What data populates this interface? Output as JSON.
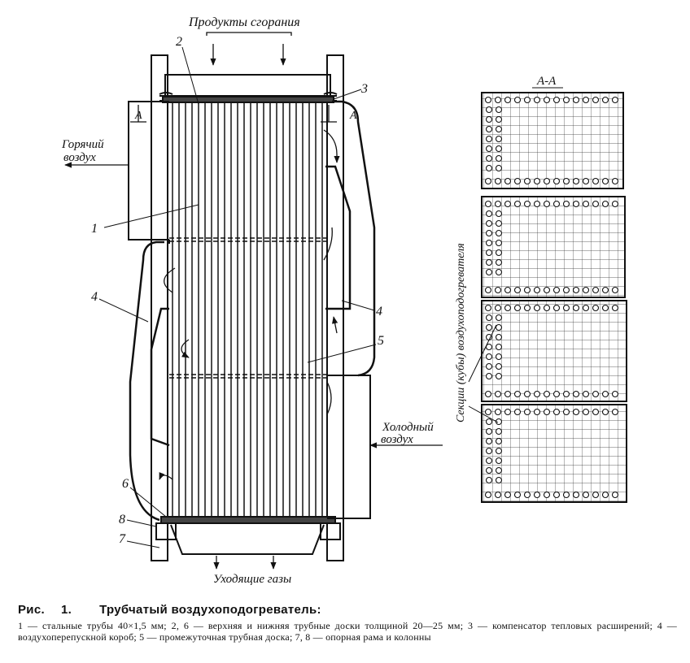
{
  "labels": {
    "top_flow": "Продукты сгорания",
    "hot_air": [
      "Горячий",
      "воздух"
    ],
    "cold_air": [
      "Холодный",
      "воздух"
    ],
    "exhaust": "Уходящие газы",
    "section_mark": "A",
    "section_title": "А-А",
    "sections_label": "Секции (кубы) воздухоподогревателя"
  },
  "callouts": [
    "1",
    "2",
    "3",
    "4",
    "4",
    "5",
    "6",
    "7",
    "8"
  ],
  "caption": {
    "prefix": "Рис.",
    "number": "1.",
    "title": "Трубчатый воздухоподогреватель:",
    "text": "1 — стальные трубы 40×1,5 мм; 2, 6 — верхняя и нижняя трубные доски толщиной 20—25 мм; 3 — компенсатор тепловых расширений; 4 — воздухоперепускной короб; 5 — промежуточная трубная доска; 7, 8 — опорная рама и колонны"
  }
}
